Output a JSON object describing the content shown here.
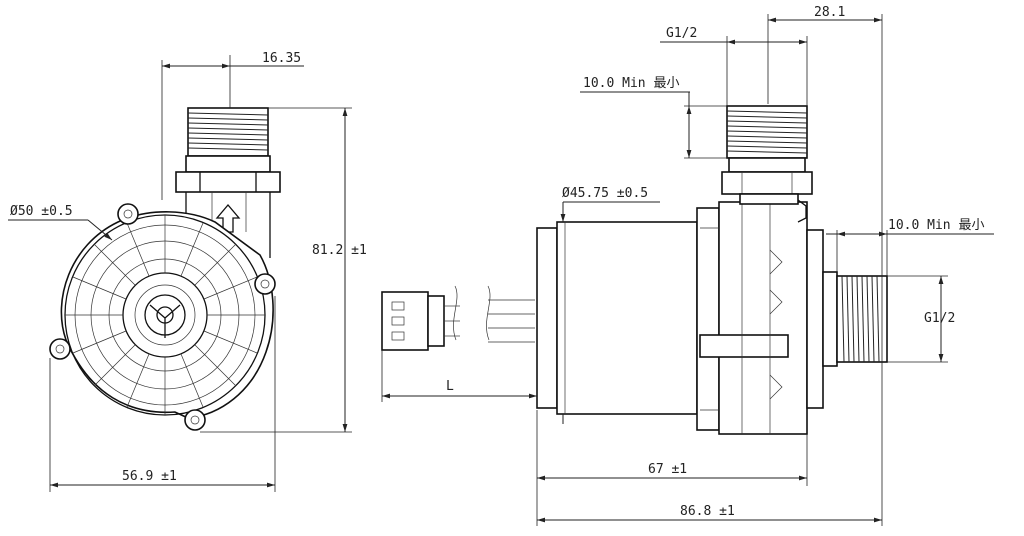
{
  "dimensions": {
    "outlet_offset": "16.35",
    "outer_diameter": "Ø50 ±0.5",
    "height": "81.2 ±1",
    "front_width": "56.9 ±1",
    "outlet_length": "28.1",
    "outlet_thread": "G1/2",
    "outlet_thread_min": "10.0 Min 最小",
    "motor_diameter": "Ø45.75 ±0.5",
    "inlet_thread_min": "10.0 Min 最小",
    "inlet_thread": "G1/2",
    "cable_length": "L",
    "body_length": "67 ±1",
    "total_length": "86.8 ±1"
  }
}
